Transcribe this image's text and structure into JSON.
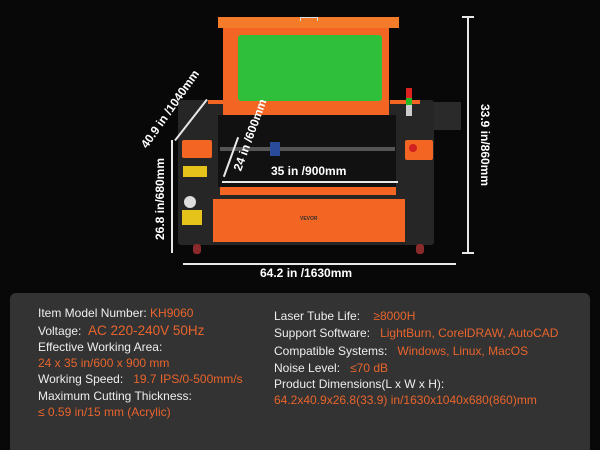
{
  "product": {
    "brand": "VEVOR",
    "dimensions": {
      "height_total": "33.9 in/860mm",
      "height_body": "26.8 in/680mm",
      "depth": "40.9 in /1040mm",
      "width": "64.2 in /1630mm",
      "work_width": "35 in /900mm",
      "work_depth": "24 in /600mm"
    }
  },
  "specs": {
    "left": [
      {
        "label": "Item Model Number:",
        "value": "KH9060"
      },
      {
        "label": "Voltage:",
        "value": "AC 220-240V 50Hz"
      },
      {
        "label": "Effective Working Area:",
        "value": "24 x 35 in/600 x 900 mm"
      },
      {
        "label": "Working Speed:",
        "value": "19.7 IPS/0-500mm/s"
      },
      {
        "label": "Maximum Cutting Thickness:",
        "value": "≤ 0.59 in/15 mm (Acrylic)"
      }
    ],
    "right": [
      {
        "label": "Laser Tube Life:",
        "value": "≥8000H"
      },
      {
        "label": "Support Software:",
        "value": "LightBurn, CorelDRAW, AutoCAD"
      },
      {
        "label": "Compatible Systems:",
        "value": "Windows, Linux, MacOS"
      },
      {
        "label": "Noise Level:",
        "value": "≤70 dB"
      },
      {
        "label": "Product Dimensions(L x W x H):",
        "value": "64.2x40.9x26.8(33.9) in/1630x1040x680(860)mm"
      }
    ]
  },
  "colors": {
    "accent": "#e8642c",
    "machine_orange": "#f26522",
    "window_green": "#2fbf3a"
  }
}
